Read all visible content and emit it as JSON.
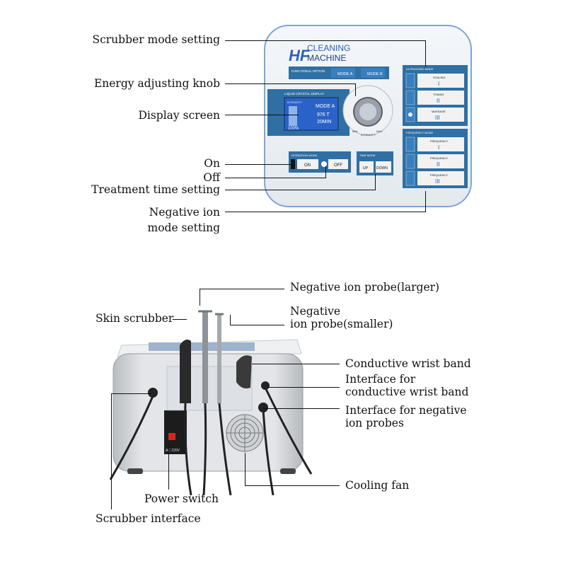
{
  "top_panel": {
    "labels": {
      "scrubber_mode": "Scrubber mode setting",
      "energy_knob": "Energy adjusting knob",
      "display_screen": "Display screen",
      "on": "On",
      "off": "Off",
      "treatment_time": "Treatment time setting",
      "negative_ion_line1": "Negative ion",
      "negative_ion_line2": "mode setting"
    },
    "device": {
      "brand_hf": "HF",
      "brand_line1": "CLEANING",
      "brand_line2": "MACHINE",
      "functional_option": "FUNCTIONAL OPTION",
      "mode_a": "MODE A",
      "mode_b": "MODE B",
      "display_header": "LIQUID CRYSTAL DISPLAY",
      "screen_intensity": "INTENSITY",
      "screen_mode": "MODE A",
      "screen_percent": "100%",
      "screen_value1": "976 T",
      "screen_value2": "20MIN",
      "knob_min": "MIN",
      "knob_max": "MAX",
      "knob_label": "INTENSITY",
      "operation_mode": "OPERATION MODE",
      "btn_on": "ON",
      "btn_off": "OFF",
      "time_mode": "TIME MODE",
      "btn_up": "UP",
      "btn_down": "DOWN",
      "ultrasonic_mode": "ULTRASONIC MODE",
      "scaling": "SCALING",
      "toning": "TONING",
      "massage": "MASSAGE",
      "frequency_mode": "FREQUENCY MODE",
      "frequency": "FREQUENCY",
      "roman": [
        "I",
        "II",
        "III"
      ]
    }
  },
  "bottom_panel": {
    "labels": {
      "probe_larger": "Negative ion probe(larger)",
      "probe_smaller_line1": "Negative",
      "probe_smaller_line2": "ion probe(smaller)",
      "skin_scrubber": "Skin scrubber",
      "wrist_band": "Conductive wrist band",
      "interface_wrist_line1": "Interface for",
      "interface_wrist_line2": "conductive wrist band",
      "interface_probe_line1": "Interface for negative",
      "interface_probe_line2": "ion probes",
      "cooling_fan": "Cooling fan",
      "power_switch": "Power switch",
      "scrubber_interface": "Scrubber interface"
    },
    "device": {
      "voltage": "AC 220V"
    }
  },
  "colors": {
    "panel_blue": "#2f6fa3",
    "button_blue": "#3a7fbd",
    "screen_blue": "#2b62c7",
    "device_silver": "#d4d6d9"
  }
}
